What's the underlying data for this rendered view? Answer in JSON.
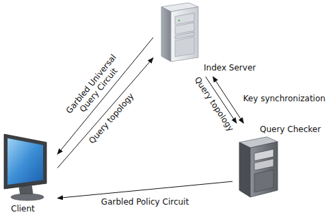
{
  "diagram": {
    "nodes": [
      {
        "text": [
          "Index Server"
        ]
      },
      {
        "text": [
          "Query Checker"
        ]
      },
      {
        "text": [
          "Client"
        ]
      }
    ],
    "edges": [
      {
        "from": 0,
        "to": 2,
        "label": "Garbled Universal Query Circuit",
        "arrow": "to"
      },
      {
        "from": 2,
        "to": 0,
        "label": "Query topology",
        "arrow": "to"
      },
      {
        "from": 0,
        "to": 1,
        "label": "Query topology",
        "arrow": "to"
      },
      {
        "from": 0,
        "to": 1,
        "label": "Key synchronization",
        "arrow": "both"
      },
      {
        "from": 1,
        "to": 2,
        "label": "Garbled Policy Circuit",
        "arrow": "to"
      }
    ]
  }
}
